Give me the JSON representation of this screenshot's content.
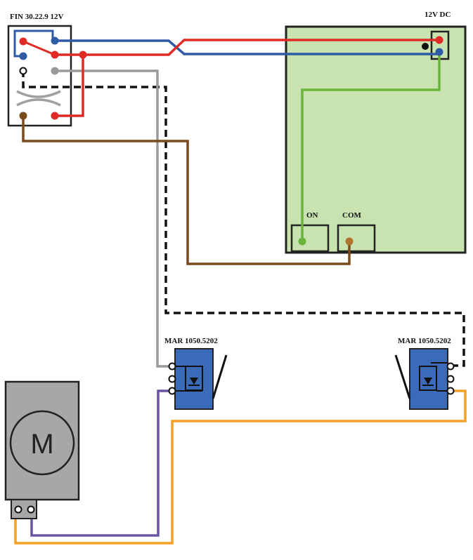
{
  "relay": {
    "label": "FIN 30.22.9 12V"
  },
  "power_supply": {
    "label": "12V DC"
  },
  "controller": {
    "terminal_on": "ON",
    "terminal_com": "COM"
  },
  "limit_switch_left": {
    "label": "MAR 1050.5202"
  },
  "limit_switch_right": {
    "label": "MAR 1050.5202"
  },
  "motor": {
    "letter": "M"
  },
  "colors": {
    "red": "#e02a26",
    "blue": "#2f5aa6",
    "gray": "#9a9a9a",
    "green": "#6ab43e",
    "brown": "#7a4a1e",
    "purple": "#6b55a3",
    "orange": "#f4a024",
    "panel_green": "#c8e2b0",
    "switch_blue": "#3b6ab8",
    "motor_gray": "#a7a7a9"
  }
}
